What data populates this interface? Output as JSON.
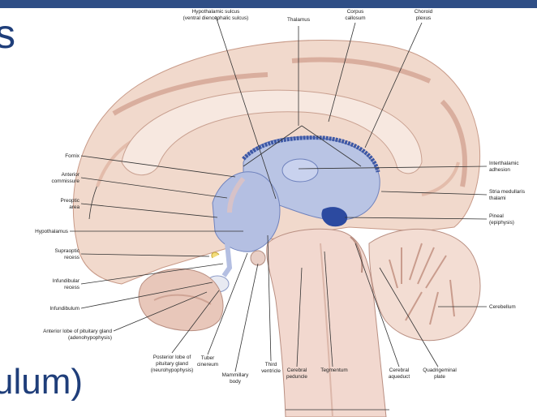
{
  "slide": {
    "title_fragment": "s",
    "bottom_fragment": "ulum)",
    "accent_color": "#2f4e86",
    "text_color": "#1f3e7a"
  },
  "diagram": {
    "labels": {
      "hypothalamic_sulcus_l1": "Hypothalamic sulcus",
      "hypothalamic_sulcus_l2": "(ventral diencephalic sulcus)",
      "thalamus": "Thalamus",
      "corpus_callosum_l1": "Corpus",
      "corpus_callosum_l2": "callosum",
      "choroid_plexus_l1": "Choroid",
      "choroid_plexus_l2": "plexus",
      "fornix": "Fornix",
      "anterior_commissure_l1": "Anterior",
      "anterior_commissure_l2": "commissure",
      "preoptic_area_l1": "Preoptic",
      "preoptic_area_l2": "area",
      "hypothalamus": "Hypothalamus",
      "supraoptic_recess_l1": "Supraoptic",
      "supraoptic_recess_l2": "recess",
      "infundibular_recess_l1": "Infundibular",
      "infundibular_recess_l2": "recess",
      "infundibulum": "Infundibulum",
      "anterior_pituitary_l1": "Anterior lobe of pituitary gland",
      "anterior_pituitary_l2": "(adenohypophysis)",
      "posterior_pituitary_l1": "Posterior lobe of",
      "posterior_pituitary_l2": "pituitary gland",
      "posterior_pituitary_l3": "(neurohypophysis)",
      "tuber_cinereum_l1": "Tuber",
      "tuber_cinereum_l2": "cinereum",
      "mammillary_body_l1": "Mammillary",
      "mammillary_body_l2": "body",
      "third_ventricle_l1": "Third",
      "third_ventricle_l2": "ventricle",
      "cerebral_peduncle_l1": "Cerebral",
      "cerebral_peduncle_l2": "peduncle",
      "tegmentum": "Tegmentum",
      "cerebral_aqueduct_l1": "Cerebral",
      "cerebral_aqueduct_l2": "aqueduct",
      "quadrigeminal_plate_l1": "Quadrigeminal",
      "quadrigeminal_plate_l2": "plate",
      "interthalamic_adhesion_l1": "Interthalamic",
      "interthalamic_adhesion_l2": "adhesion",
      "stria_medullaris_l1": "Stria medullaris",
      "stria_medullaris_l2": "thalami",
      "pineal_l1": "Pineal",
      "pineal_l2": "(epiphysis)",
      "cerebellum": "Cerebellum"
    }
  }
}
